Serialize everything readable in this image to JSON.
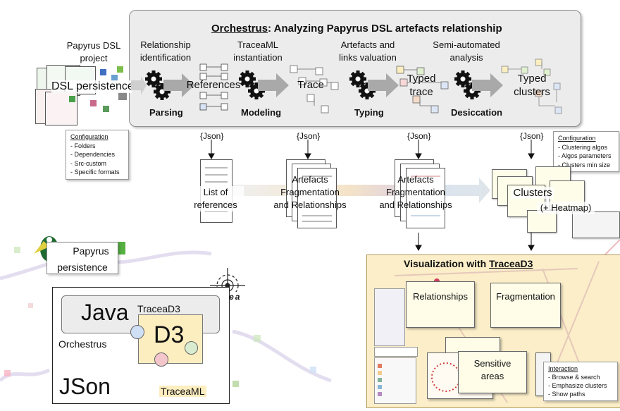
{
  "header": {
    "title_prefix": "Orchestrus",
    "title_suffix": ": Analyzing Papyrus DSL artefacts relationship"
  },
  "input": {
    "project_label_1": "Papyrus DSL",
    "project_label_2": "project",
    "persistence_label": "DSL persistence"
  },
  "stages": {
    "s1_label_1": "Relationship",
    "s1_label_2": "identification",
    "s1_output": "References",
    "s1_step": "Parsing",
    "s2_label_1": "TraceaML",
    "s2_label_2": "instantiation",
    "s2_output": "Trace",
    "s2_step": "Modeling",
    "s3_label_1": "Artefacts and",
    "s3_label_2": "links valuation",
    "s3_output_1": "Typed",
    "s3_output_2": "trace",
    "s3_step": "Typing",
    "s4_label_1": "Semi-automated",
    "s4_label_2": "analysis",
    "s4_output_1": "Typed",
    "s4_output_2": "clusters",
    "s4_step": "Desiccation"
  },
  "json_labels": [
    "{Json}",
    "{Json}",
    "{Json}",
    "{Json}"
  ],
  "config_left": {
    "heading": "Configuration",
    "items": [
      "- Folders",
      "- Dependencies",
      "- Src-custom",
      "- Specific formats"
    ]
  },
  "config_right": {
    "heading": "Configuration",
    "items": [
      "- Clustering algos",
      "- Algos parameters",
      "- Clusters min size"
    ]
  },
  "outputs": {
    "refs_1": "List of",
    "refs_2": "references",
    "frag_a_1": "Artefacts",
    "frag_a_2": "Fragmentation",
    "frag_a_3": "and Relationships",
    "frag_b_1": "Artefacts",
    "frag_b_2": "Fragmentation",
    "frag_b_3": "and Relationships",
    "clusters": "Clusters",
    "heatmap": "(+ Heatmap)"
  },
  "visualization": {
    "title_prefix": "Visualization with ",
    "title_link": "TraceaD3",
    "cards": [
      "Relationships",
      "Fragmentation"
    ],
    "sensitive_1": "Sensitive",
    "sensitive_2": "areas",
    "interaction_heading": "Interaction",
    "interaction_items": [
      "- Browse & search",
      "- Emphasize clusters",
      "- Show paths"
    ]
  },
  "architecture": {
    "papyrus_1": "Papyrus",
    "papyrus_2": "persistence",
    "logo_text": "Tracea",
    "java": "Java",
    "traced3": "TraceaD3",
    "d3": "D3",
    "orchestrus": "Orchestrus",
    "json": "JSon",
    "traceaml": "TraceaML"
  },
  "colors": {
    "gear": "#111111",
    "arrow": "#a9a9a9",
    "viz_bg": "#fbeec9",
    "d3_bg": "#fdeec0",
    "circle_blue": "#cfe0f5",
    "circle_green": "#d9ecd0",
    "circle_pink": "#f3c6cc"
  },
  "icons": [
    "gear-icon",
    "block-arrow-icon",
    "tracea-target-icon",
    "papyrus-bird-icon"
  ]
}
